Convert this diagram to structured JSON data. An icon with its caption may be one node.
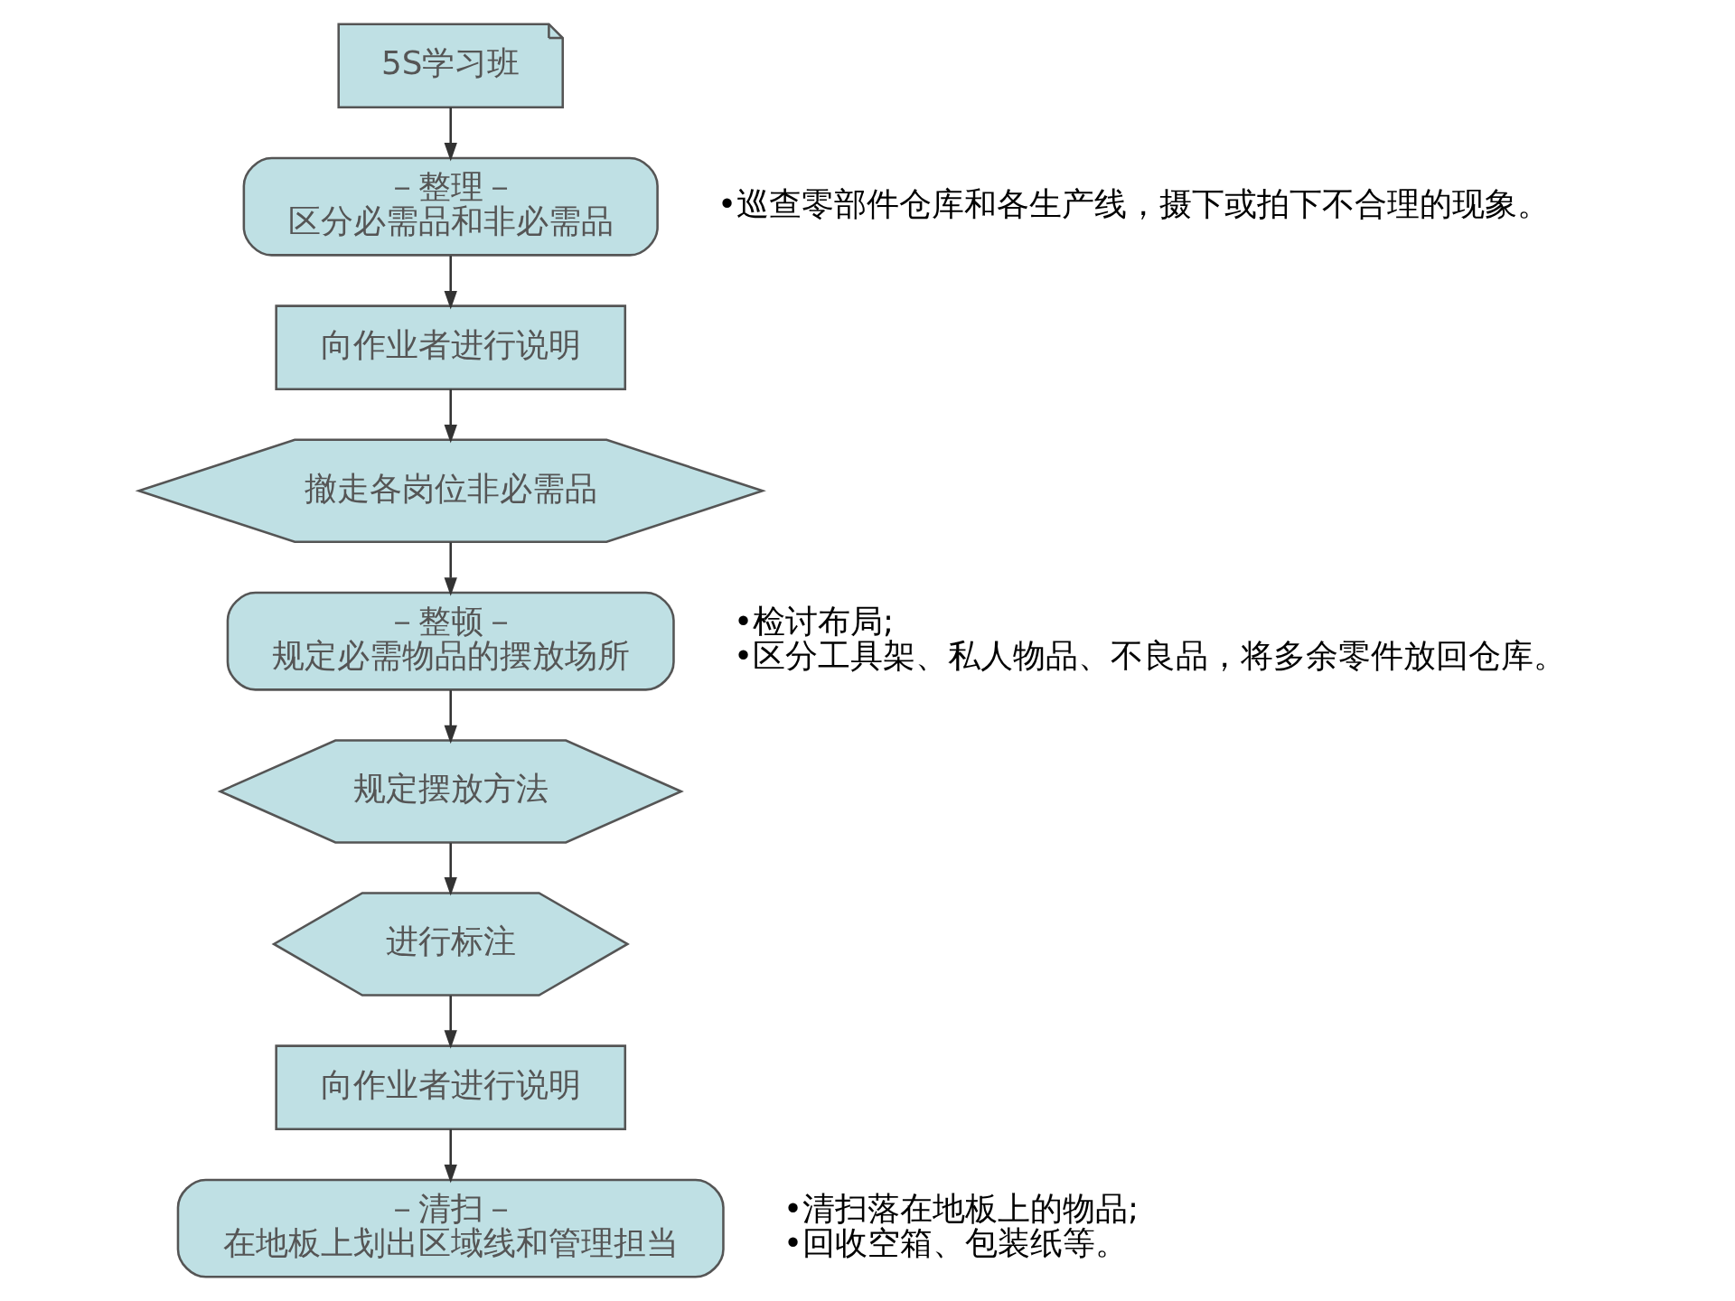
{
  "diagram": {
    "nodes": [
      {
        "text": [
          "5S学习班"
        ]
      },
      {
        "text": [
          "－整理－",
          "区分必需品和非必需品"
        ],
        "beside": [
          "•巡查零部件仓库和各生产线，摄下或拍下不合理的现象。"
        ]
      },
      {
        "text": [
          "向作业者进行说明"
        ]
      },
      {
        "text": [
          "撤走各岗位非必需品"
        ]
      },
      {
        "text": [
          "－整顿－",
          "规定必需物品的摆放场所"
        ],
        "beside": [
          "•检讨布局;",
          "•区分工具架、私人物品、不良品，将多余零件放回仓库。"
        ]
      },
      {
        "text": [
          "规定摆放方法"
        ]
      },
      {
        "text": [
          "进行标注"
        ]
      },
      {
        "text": [
          "向作业者进行说明"
        ]
      },
      {
        "text": [
          "－清扫－",
          "在地板上划出区域线和管理担当"
        ],
        "beside": [
          "•清扫落在地板上的物品;",
          "•回收空箱、包装纸等。"
        ]
      }
    ],
    "edges": [
      {
        "from": 0,
        "to": 1,
        "arrow": "to"
      },
      {
        "from": 1,
        "to": 2,
        "arrow": "to"
      },
      {
        "from": 2,
        "to": 3,
        "arrow": "to"
      },
      {
        "from": 3,
        "to": 4,
        "arrow": "to"
      },
      {
        "from": 4,
        "to": 5,
        "arrow": "to"
      },
      {
        "from": 5,
        "to": 6,
        "arrow": "to"
      },
      {
        "from": 6,
        "to": 7,
        "arrow": "to"
      },
      {
        "from": 7,
        "to": 8,
        "arrow": "to"
      }
    ]
  }
}
